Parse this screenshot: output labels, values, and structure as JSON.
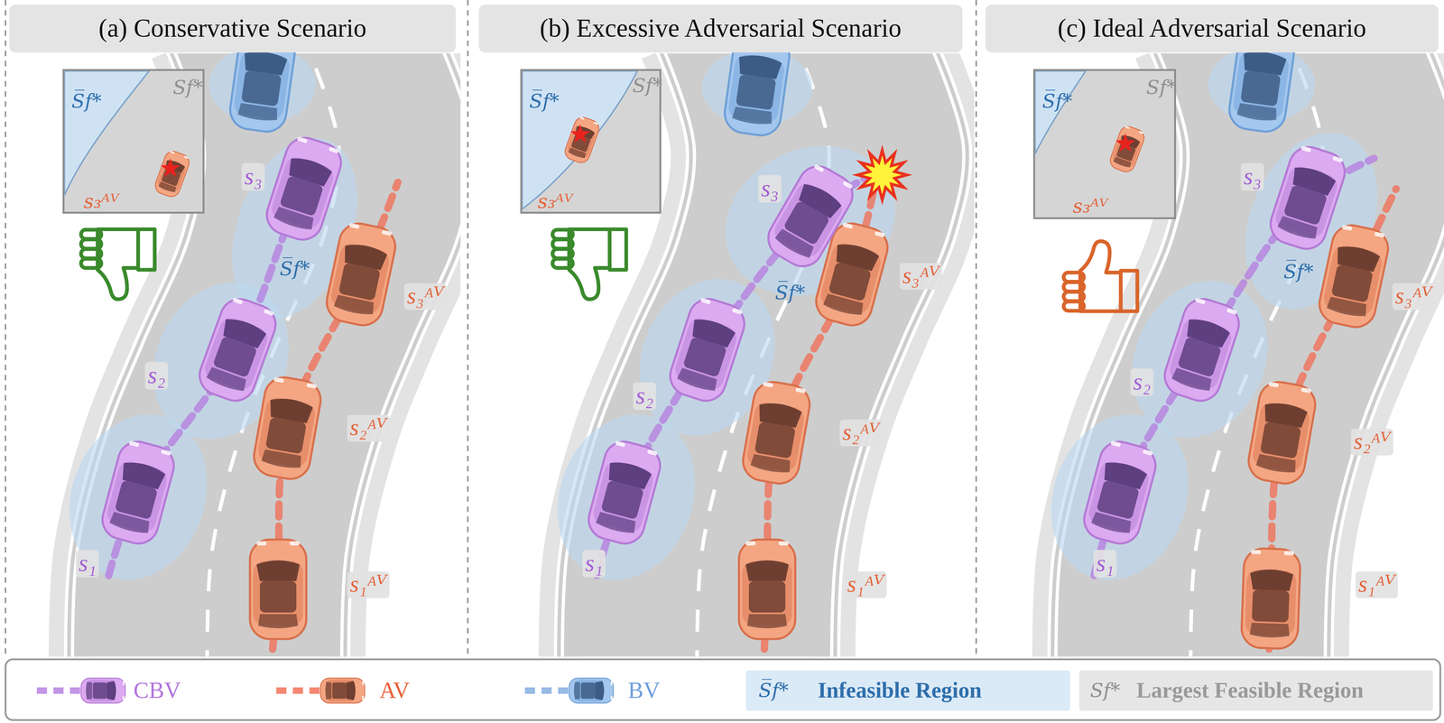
{
  "diagram": {
    "nodes": [
      {
        "text": [
          "(a) Conservative Scenario"
        ]
      },
      {
        "text": [
          "S̅f*",
          "Sf*",
          "s₃ᴬⱽ"
        ]
      },
      {
        "text": [
          "(b) Excessive Adversarial Scenario"
        ]
      },
      {
        "text": [
          "S̅f*",
          "Sf*",
          "s₃ᴬⱽ"
        ]
      },
      {
        "text": [
          "(c) Ideal Adversarial Scenario"
        ]
      },
      {
        "text": [
          "S̅f*",
          "Sf*",
          "s₃ᴬⱽ"
        ]
      }
    ],
    "labels": [
      "s₁",
      "s₂",
      "s₃",
      "S̅f*",
      "s₁ᴬⱽ",
      "s₂ᴬⱽ",
      "s₃ᴬⱽ",
      "s₁",
      "s₂",
      "s₃",
      "S̅f*",
      "s₁ᴬⱽ",
      "s₂ᴬⱽ",
      "s₃ᴬⱽ",
      "s₁",
      "s₂",
      "s₃",
      "S̅f*",
      "s₁ᴬⱽ",
      "s₂ᴬⱽ",
      "s₃ᴬⱽ",
      "S̅f*",
      "Sf*"
    ],
    "legend": [
      {
        "text": "CBV"
      },
      {
        "text": "AV"
      },
      {
        "text": "BV"
      },
      {
        "text": "Infeasible Region",
        "color": "#dbeaf7"
      },
      {
        "text": "Largest Feasible Region",
        "color": "#e6e6e6"
      }
    ]
  }
}
